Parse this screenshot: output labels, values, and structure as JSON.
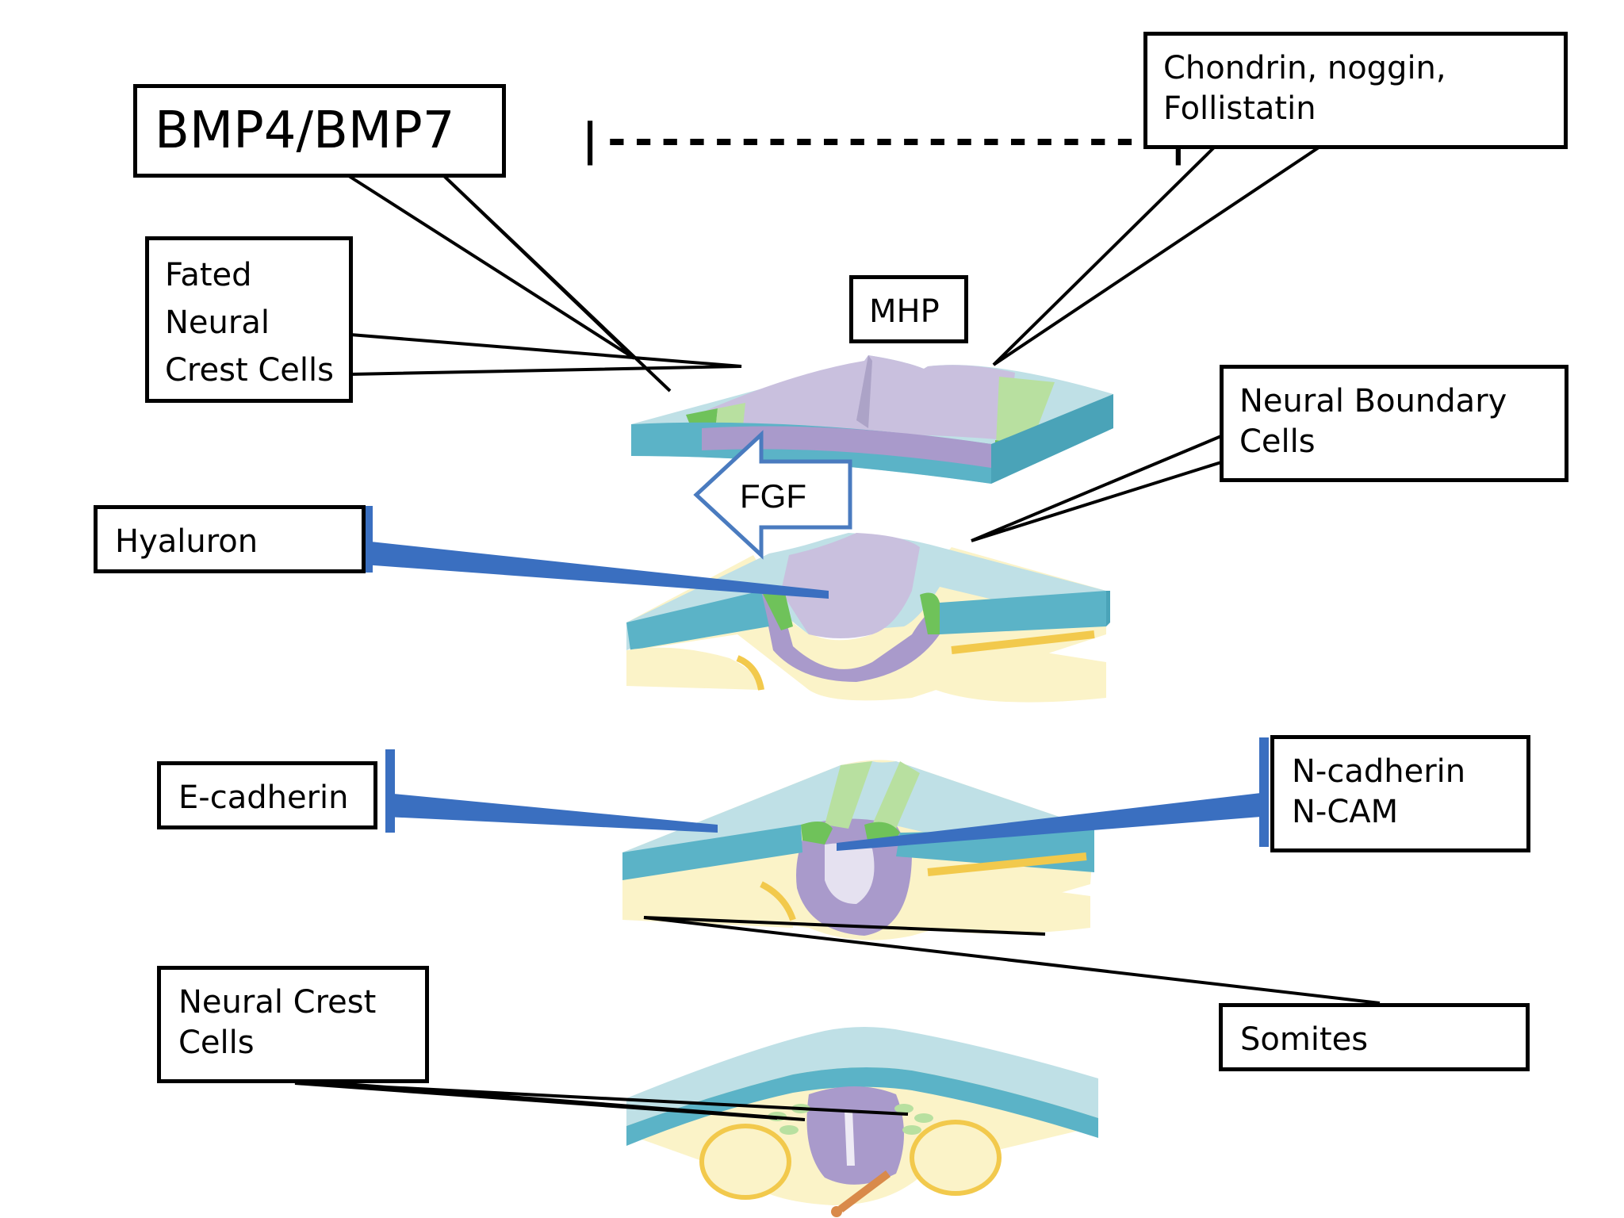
{
  "labels": {
    "bmp": "BMP4/BMP7",
    "chondrin_line1": "Chondrin,  noggin,",
    "chondrin_line2": "Follistatin",
    "fated_line1": "Fated",
    "fated_line2": "Neural",
    "fated_line3": "Crest Cells",
    "mhp": "MHP",
    "neural_boundary_line1": "Neural Boundary",
    "neural_boundary_line2": "Cells",
    "fgf": "FGF",
    "hyaluron": "Hyaluron",
    "e_cadherin": "E-cadherin",
    "n_cadherin_line1": "N-cadherin",
    "n_cadherin_line2": "N-CAM",
    "neural_crest_line1": "Neural Crest",
    "neural_crest_line2": "Cells",
    "somites": "Somites",
    "range_marker": "|---------------------|"
  },
  "colors": {
    "ectoderm_top": "#bfe0e6",
    "ectoderm_side": "#5bb3c7",
    "neural_plate": "#c9c0de",
    "neural_plate_dark": "#a99acb",
    "border_green": "#b8e0a0",
    "border_green_dark": "#6fc25a",
    "somite": "#fbf3c8",
    "somite_edge": "#f2c94c",
    "inhibitor_blue": "#3a6fc0",
    "fgf_arrow": "#4a7bbf"
  }
}
